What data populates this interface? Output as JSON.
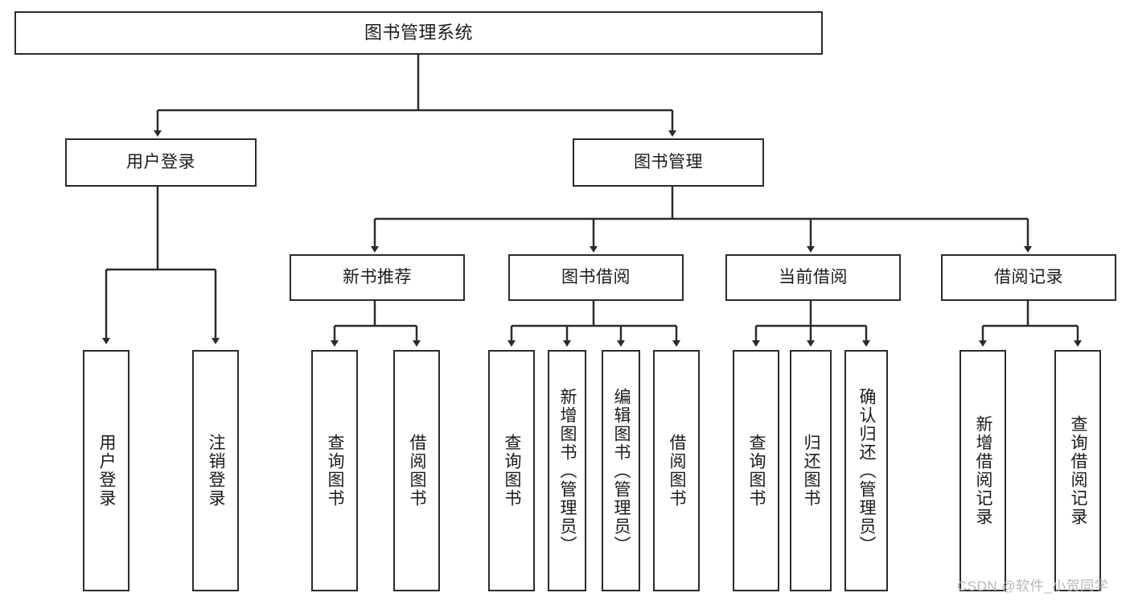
{
  "diagram": {
    "type": "tree-hierarchy",
    "title": "图书管理系统",
    "watermark": "CSDN @软件_小贺同学",
    "colors": {
      "background": "#ffffff",
      "box_border": "#2b2b2b",
      "box_fill": "#ffffff",
      "connector": "#2b2b2b",
      "text": "#1b1b1b",
      "watermark": "#b8b8b8"
    },
    "nodes": {
      "root": {
        "label": "图书管理系统",
        "level": 0
      },
      "level1": [
        {
          "id": "user-login",
          "label": "用户登录"
        },
        {
          "id": "book-management",
          "label": "图书管理"
        }
      ],
      "level2": [
        {
          "id": "new-book-recommend",
          "label": "新书推荐",
          "parent": "book-management"
        },
        {
          "id": "book-borrow",
          "label": "图书借阅",
          "parent": "book-management"
        },
        {
          "id": "current-borrow",
          "label": "当前借阅",
          "parent": "book-management"
        },
        {
          "id": "borrow-record",
          "label": "借阅记录",
          "parent": "book-management"
        }
      ],
      "leaves": {
        "user-login": [
          {
            "id": "leaf-user-login",
            "label": "用户登录"
          },
          {
            "id": "leaf-user-logout",
            "label": "注销登录"
          }
        ],
        "new-book-recommend": [
          {
            "id": "leaf-query-book-1",
            "label": "查询图书"
          },
          {
            "id": "leaf-borrow-book-1",
            "label": "借阅图书"
          }
        ],
        "book-borrow": [
          {
            "id": "leaf-query-book-2",
            "label": "查询图书"
          },
          {
            "id": "leaf-add-book",
            "label": "新增图书（管理员）"
          },
          {
            "id": "leaf-edit-book",
            "label": "编辑图书（管理员）"
          },
          {
            "id": "leaf-borrow-book-2",
            "label": "借阅图书"
          }
        ],
        "current-borrow": [
          {
            "id": "leaf-query-book-3",
            "label": "查询图书"
          },
          {
            "id": "leaf-return-book",
            "label": "归还图书"
          },
          {
            "id": "leaf-confirm-return",
            "label": "确认归还（管理员）"
          }
        ],
        "borrow-record": [
          {
            "id": "leaf-add-record",
            "label": "新增借阅记录"
          },
          {
            "id": "leaf-query-record",
            "label": "查询借阅记录"
          }
        ]
      }
    }
  }
}
